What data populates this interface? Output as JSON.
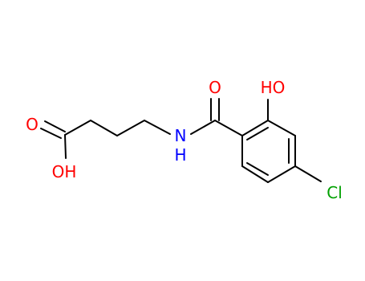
{
  "molecule": {
    "atoms": {
      "o_carbonyl_acid": {
        "text": "O",
        "color": "#ff0000"
      },
      "oh_acid": {
        "text": "OH",
        "color": "#ff0000"
      },
      "nh_amide": {
        "text": "N",
        "color": "#0000ff"
      },
      "h_amide": {
        "text": "H",
        "color": "#0000ff"
      },
      "o_amide": {
        "text": "O",
        "color": "#ff0000"
      },
      "oh_phenol": {
        "text": "HO",
        "color": "#ff0000"
      },
      "cl": {
        "text": "Cl",
        "color": "#00a000"
      }
    },
    "colors": {
      "bond": "#000000",
      "oxygen": "#ff0000",
      "nitrogen": "#0000ff",
      "chlorine": "#00a000"
    }
  }
}
